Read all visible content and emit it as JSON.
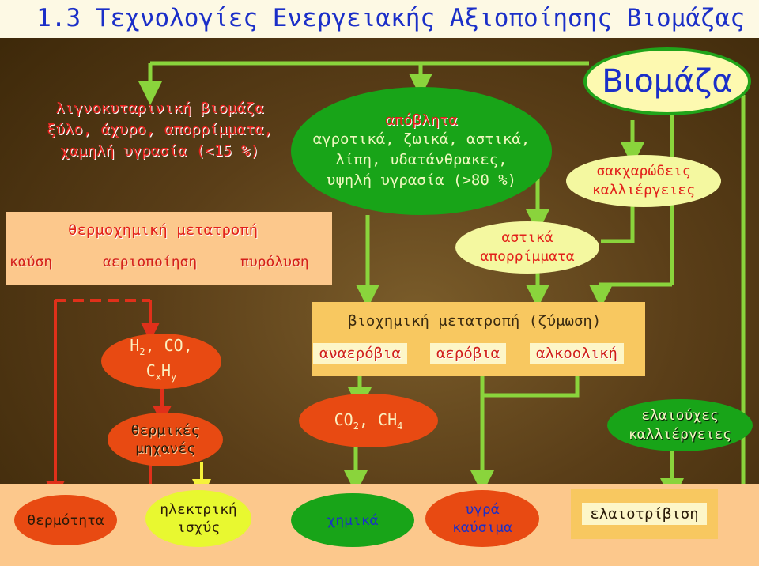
{
  "title": "1.3 Τεχνολογίες Ενεργειακής Αξιοποίησης Βιομάζας",
  "root": "Βιομάζα",
  "lignocellulosic": "λιγνοκυταρινική βιομάζα\nξύλο, άχυρο, απορρίμματα,\nχαμηλή υγρασία (<15 %)",
  "wastes": {
    "head": "απόβλητα",
    "body": "αγροτικά, ζωικά, αστικά,\nλίπη, υδατάνθρακες,\nυψηλή υγρασία (>80 %)"
  },
  "sugar_crops": "σακχαρώδεις\nκαλλιέργειες",
  "thermochemical": {
    "heading": "θερμοχημική μετατροπή",
    "methods": [
      "καύση",
      "αεριοποίηση",
      "πυρόλυση"
    ]
  },
  "urban_waste": "αστικά\nαπορρίμματα",
  "biochemical": {
    "heading": "βιοχημική μετατροπή (ζύμωση)",
    "methods": [
      "αναερόβια",
      "αερόβια",
      "αλκοολική"
    ]
  },
  "gas_products": {
    "line1": "H",
    "s1": "2",
    "line1b": ", CO,",
    "c": "C",
    "cs": "x",
    "h": "H",
    "hs": "y"
  },
  "co2_ch4": {
    "a": "CO",
    "as": "2",
    "b": ", CH",
    "bs": "4"
  },
  "oil_crops": "ελαιούχες\nκαλλιέργειες",
  "thermal_engines": "θερμικές\nμηχανές",
  "outputs": {
    "heat": "θερμότητα",
    "electric": "ηλεκτρική\nισχύς",
    "chemicals": "χημικά",
    "liquid_fuels": "υγρά\nκαύσιμα",
    "oil_press": "ελαιοτρίβιση"
  },
  "colors": {
    "title_text": "#1b2fc8",
    "panel": "#fcc88c",
    "green_ellipse": "#18a418",
    "red_ellipse": "#e84a12",
    "yellow_ellipse": "#f4f8a0",
    "arrow_green": "#7ac83a",
    "arrow_red": "#e0301a",
    "arrow_yellow": "#f6f23a"
  }
}
